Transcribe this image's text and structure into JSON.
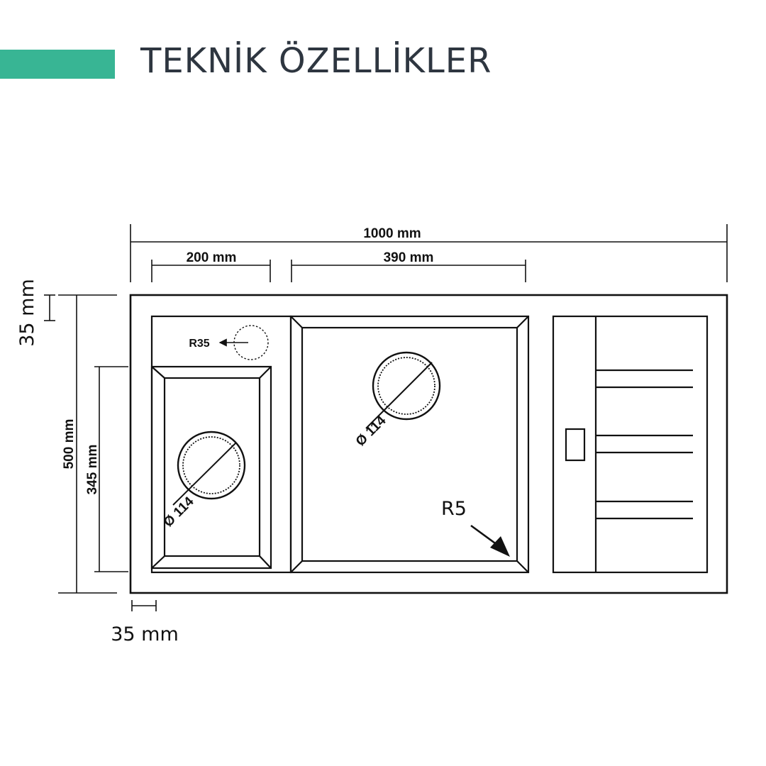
{
  "header": {
    "title": "TEKNİK ÖZELLİKLER",
    "accent_color": "#38b594",
    "title_color": "#2e3640"
  },
  "dimensions": {
    "total_width": "1000 mm",
    "small_bowl_width": "200 mm",
    "large_bowl_width": "390 mm",
    "total_depth": "500 mm",
    "small_bowl_depth": "345 mm",
    "top_margin": "35 mm",
    "side_margin": "35 mm",
    "small_corner_radius": "R35",
    "bowl_corner_radius": "R5",
    "small_drain_diameter": "Ø 114",
    "large_drain_diameter": "Ø 114"
  }
}
